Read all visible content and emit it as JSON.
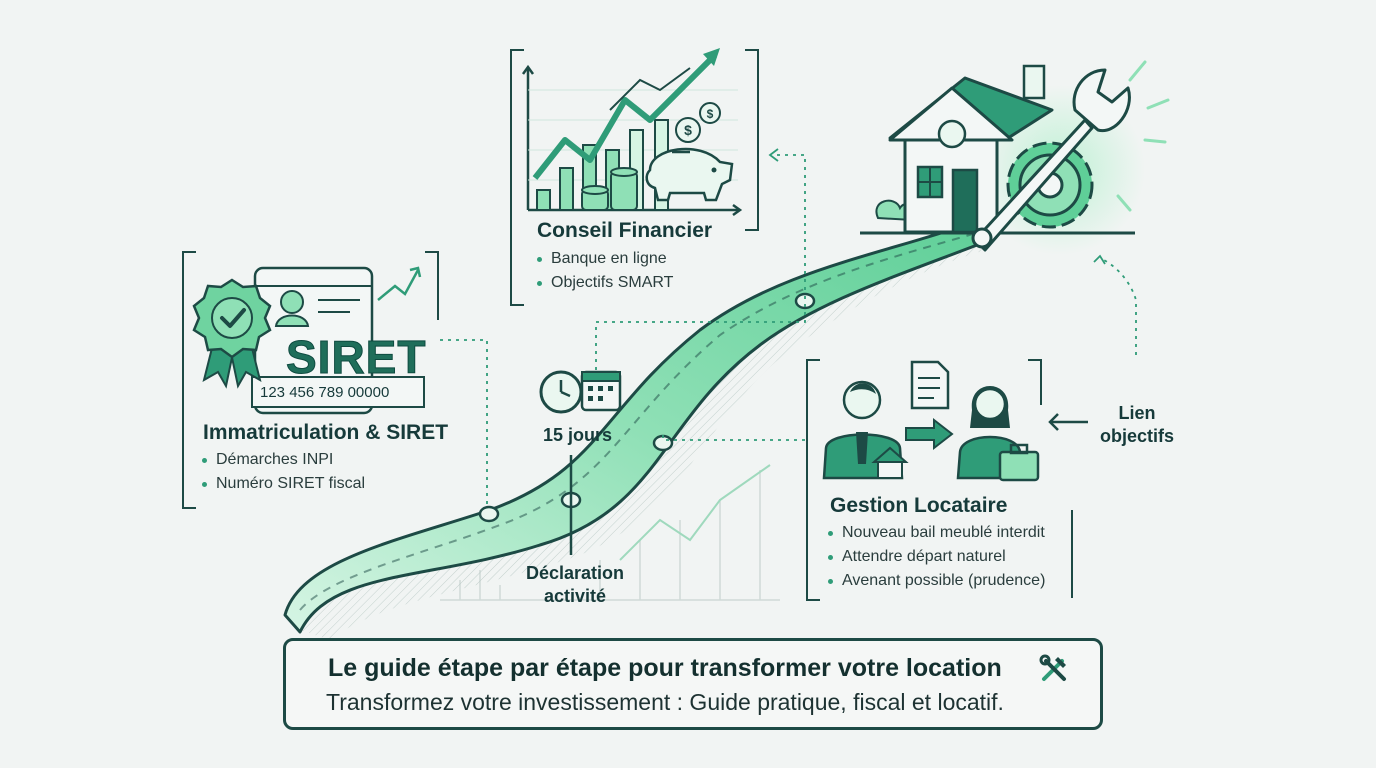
{
  "colors": {
    "background": "#f1f4f3",
    "dark_teal": "#1d4a45",
    "accent_green": "#2f9c78",
    "light_mint": "#8fe0b6",
    "glow": "#b9f1d1"
  },
  "siret_card": {
    "badge_text": "SIRET",
    "number": "123 456 789 00000",
    "title": "Immatriculation & SIRET",
    "bullets": [
      "Démarches INPI",
      "Numéro SIRET fiscal"
    ],
    "icons": [
      "rosette-check-icon",
      "id-card-icon",
      "trend-arrow-icon"
    ]
  },
  "conseil_card": {
    "title": "Conseil Financier",
    "bullets": [
      "Banque en ligne",
      "Objectifs SMART"
    ],
    "icons": [
      "growth-chart-icon",
      "coin-stack-icon",
      "piggy-bank-icon",
      "dollar-coin-icon"
    ]
  },
  "gestion_card": {
    "title": "Gestion Locataire",
    "bullets": [
      "Nouveau bail meublé interdit",
      "Attendre départ naturel",
      "Avenant possible (prudence)"
    ],
    "icons": [
      "landlord-icon",
      "tenant-icon",
      "document-icon",
      "handover-arrow-icon",
      "suitcase-icon"
    ]
  },
  "timeline": {
    "duration_label": "15 jours",
    "milestone_label": "Déclaration activité",
    "icons": [
      "clock-icon",
      "calendar-icon"
    ]
  },
  "goal": {
    "label": "Lien objectifs",
    "icons": [
      "house-icon",
      "wrench-icon",
      "gear-icon"
    ]
  },
  "banner": {
    "title": "Le guide étape par étape pour transformer votre location",
    "subtitle": "Transformez votre investissement : Guide pratique, fiscal et locatif.",
    "icon": "tools-icon"
  }
}
